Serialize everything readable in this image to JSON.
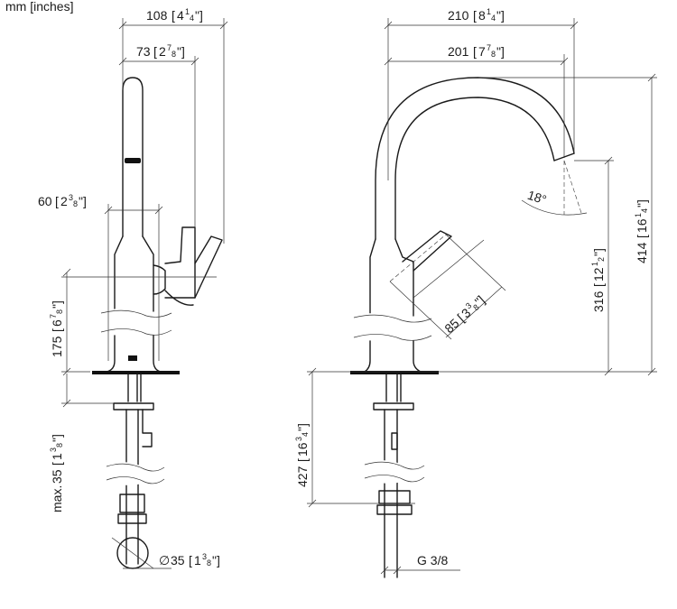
{
  "units_label": "mm [inches]",
  "side_view": {
    "dim_overall_width": {
      "mm": "108",
      "whole": "4",
      "num": "1",
      "den": "4"
    },
    "dim_spout_offset": {
      "mm": "73",
      "whole": "2",
      "num": "7",
      "den": "8"
    },
    "dim_body_width": {
      "mm": "60",
      "whole": "2",
      "num": "3",
      "den": "8"
    },
    "dim_body_height": {
      "mm": "175",
      "whole": "6",
      "num": "7",
      "den": "8"
    },
    "dim_max_thickness": {
      "prefix": "max.",
      "mm": "35",
      "whole": "1",
      "num": "3",
      "den": "8"
    },
    "dim_hole_diameter": {
      "symbol": "∅",
      "mm": "35",
      "whole": "1",
      "num": "3",
      "den": "8"
    }
  },
  "front_view": {
    "dim_reach": {
      "mm": "210",
      "whole": "8",
      "num": "1",
      "den": "4"
    },
    "dim_reach_inner": {
      "mm": "201",
      "whole": "7",
      "num": "7",
      "den": "8"
    },
    "dim_angle": {
      "value": "18°"
    },
    "dim_outlet_height": {
      "mm": "316",
      "whole": "12",
      "num": "1",
      "den": "2"
    },
    "dim_total_height": {
      "mm": "414",
      "whole": "16",
      "num": "1",
      "den": "4"
    },
    "dim_lever": {
      "mm": "85",
      "whole": "3",
      "num": "3",
      "den": "8"
    },
    "dim_hose_length": {
      "mm": "427",
      "whole": "16",
      "num": "3",
      "den": "4"
    },
    "dim_thread": {
      "value": "G 3/8"
    }
  }
}
